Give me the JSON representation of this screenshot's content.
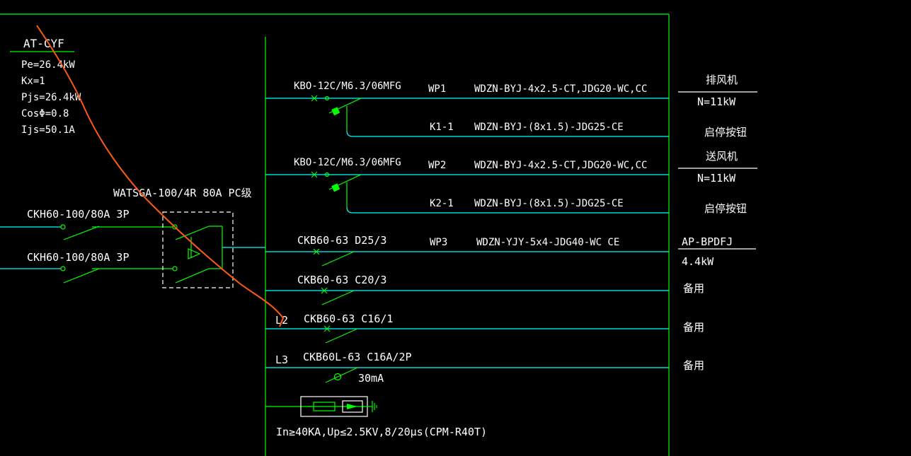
{
  "colors": {
    "background": "#000000",
    "text": "#ffffff",
    "busbar": "#00ff00",
    "feeder": "#00ffff",
    "component": "#00ff00",
    "dashed_box": "#ffffff",
    "markup_stroke": "#ff5a14"
  },
  "panel": {
    "name": "AT-CYF",
    "params": [
      "Pe=26.4kW",
      "Kx=1",
      "Pjs=26.4kW",
      "CosΦ=0.8",
      "Ijs=50.1A"
    ]
  },
  "incoming": {
    "breaker_1": "CKH60-100/80A 3P",
    "breaker_2": "CKH60-100/80A 3P",
    "ats": "WATSGA-100/4R 80A PC级"
  },
  "circuits": [
    {
      "breaker": "KBO-12C/M6.3/06MFG",
      "circuit": "WP1",
      "cable": "WDZN-BYJ-4x2.5-CT,JDG20-WC,CC",
      "load": "排风机",
      "load_detail": "N=11kW"
    },
    {
      "circuit": "K1-1",
      "cable": "WDZN-BYJ-(8x1.5)-JDG25-CE",
      "load": "启停按钮"
    },
    {
      "breaker": "KBO-12C/M6.3/06MFG",
      "circuit": "WP2",
      "cable": "WDZN-BYJ-4x2.5-CT,JDG20-WC,CC",
      "load": "送风机",
      "load_detail": "N=11kW"
    },
    {
      "circuit": "K2-1",
      "cable": "WDZN-BYJ-(8x1.5)-JDG25-CE",
      "load": "启停按钮"
    },
    {
      "breaker": "CKB60-63  D25/3",
      "circuit": "WP3",
      "cable": "WDZN-YJY-5x4-JDG40-WC CE",
      "load": "AP-BPDFJ",
      "load_detail": "4.4kW"
    },
    {
      "breaker": "CKB60-63  C20/3",
      "load": "备用"
    },
    {
      "phase": "L2",
      "breaker": "CKB60-63  C16/1",
      "load": "备用"
    },
    {
      "phase": "L3",
      "breaker": "CKB60L-63  C16A/2P",
      "rcd": "30mA",
      "load": "备用"
    }
  ],
  "spd": {
    "spec": "In≥40KA,Up≤2.5KV,8/20μs(CPM-R40T)"
  }
}
